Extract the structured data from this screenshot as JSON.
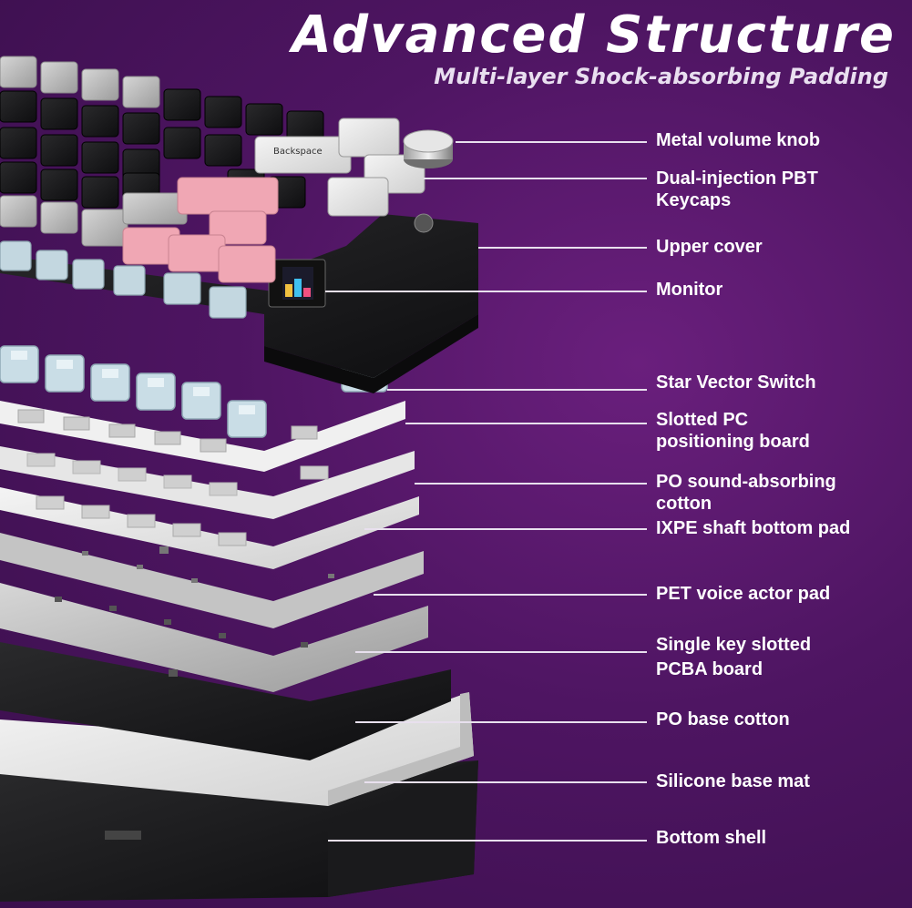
{
  "header": {
    "title": "Advanced Structure",
    "subtitle": "Multi-layer Shock-absorbing Padding"
  },
  "colors": {
    "background": "#4e1562",
    "label_text": "#ffffff",
    "keycap_dark": "#3a3a3c",
    "keycap_light": "#d9d9d9",
    "keycap_pink": "#f0a7b4",
    "plate_gray": "#bfbfbf",
    "switch_clear": "#c9dde6"
  },
  "keycap_legends": {
    "backspace": "Backspace"
  },
  "parts": [
    {
      "id": "metal-volume-knob",
      "label": "Metal volume knob"
    },
    {
      "id": "keycaps",
      "label": "Dual-injection PBT\nKeycaps"
    },
    {
      "id": "upper-cover",
      "label": "Upper cover"
    },
    {
      "id": "monitor",
      "label": "Monitor"
    },
    {
      "id": "star-vector-switch",
      "label": "Star Vector Switch"
    },
    {
      "id": "slotted-pc-board",
      "label": "Slotted PC\npositioning board"
    },
    {
      "id": "po-sound-cotton",
      "label": "PO sound-absorbing\ncotton"
    },
    {
      "id": "ixpe-pad",
      "label": "IXPE shaft bottom pad"
    },
    {
      "id": "pet-pad",
      "label": "PET voice actor pad"
    },
    {
      "id": "pcba-board",
      "label": "Single key slotted\nPCBA board"
    },
    {
      "id": "po-base-cotton",
      "label": "PO base cotton"
    },
    {
      "id": "silicone-mat",
      "label": "Silicone base mat"
    },
    {
      "id": "bottom-shell",
      "label": "Bottom shell"
    }
  ]
}
